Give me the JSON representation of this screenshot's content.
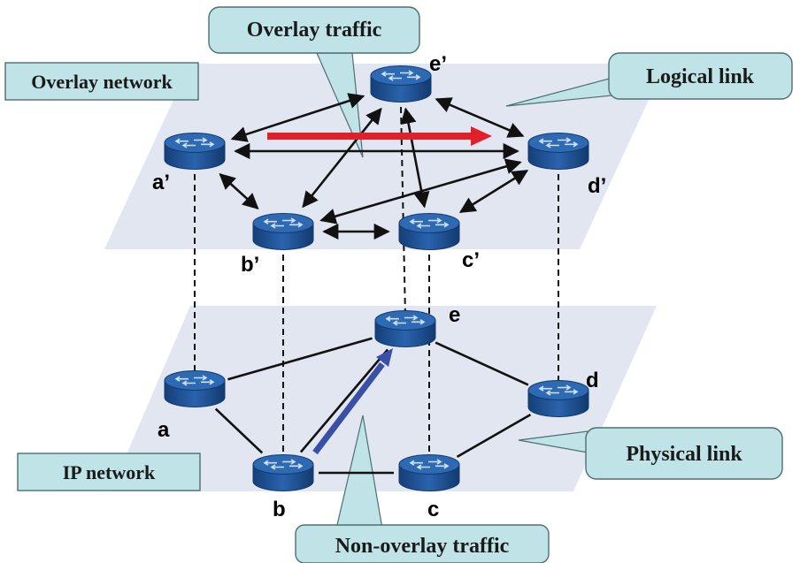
{
  "colors": {
    "plane": "#e1e6f1",
    "callout_fill": "#bfe3e6",
    "callout_stroke": "#4d6f72",
    "router_top": "#2e6ab3",
    "router_body": "#1f5394",
    "router_dark": "#123a6e",
    "link": "#111111",
    "overlay_traffic": "#e0202a",
    "nonoverlay_traffic": "#3a4fa6"
  },
  "overlay": {
    "label": "Overlay network",
    "nodes": {
      "a": "a’",
      "b": "b’",
      "c": "c’",
      "d": "d’",
      "e": "e’"
    }
  },
  "ip": {
    "label": "IP network",
    "nodes": {
      "a": "a",
      "b": "b",
      "c": "c",
      "d": "d",
      "e": "e"
    }
  },
  "callouts": {
    "overlay_traffic": "Overlay traffic",
    "logical_link": "Logical link",
    "physical_link": "Physical link",
    "nonoverlay_traffic": "Non-overlay traffic"
  },
  "logical_links": [
    [
      "a",
      "e"
    ],
    [
      "a",
      "d"
    ],
    [
      "a",
      "b"
    ],
    [
      "e",
      "d"
    ],
    [
      "e",
      "b"
    ],
    [
      "e",
      "c"
    ],
    [
      "b",
      "c"
    ],
    [
      "b",
      "d"
    ],
    [
      "c",
      "d"
    ]
  ],
  "physical_links": [
    [
      "a",
      "e"
    ],
    [
      "a",
      "b"
    ],
    [
      "b",
      "c"
    ],
    [
      "c",
      "d"
    ],
    [
      "e",
      "d"
    ],
    [
      "b",
      "e"
    ]
  ],
  "vertical_links": [
    "a",
    "b",
    "c",
    "d",
    "e"
  ],
  "icons": {
    "router": "router-icon"
  }
}
